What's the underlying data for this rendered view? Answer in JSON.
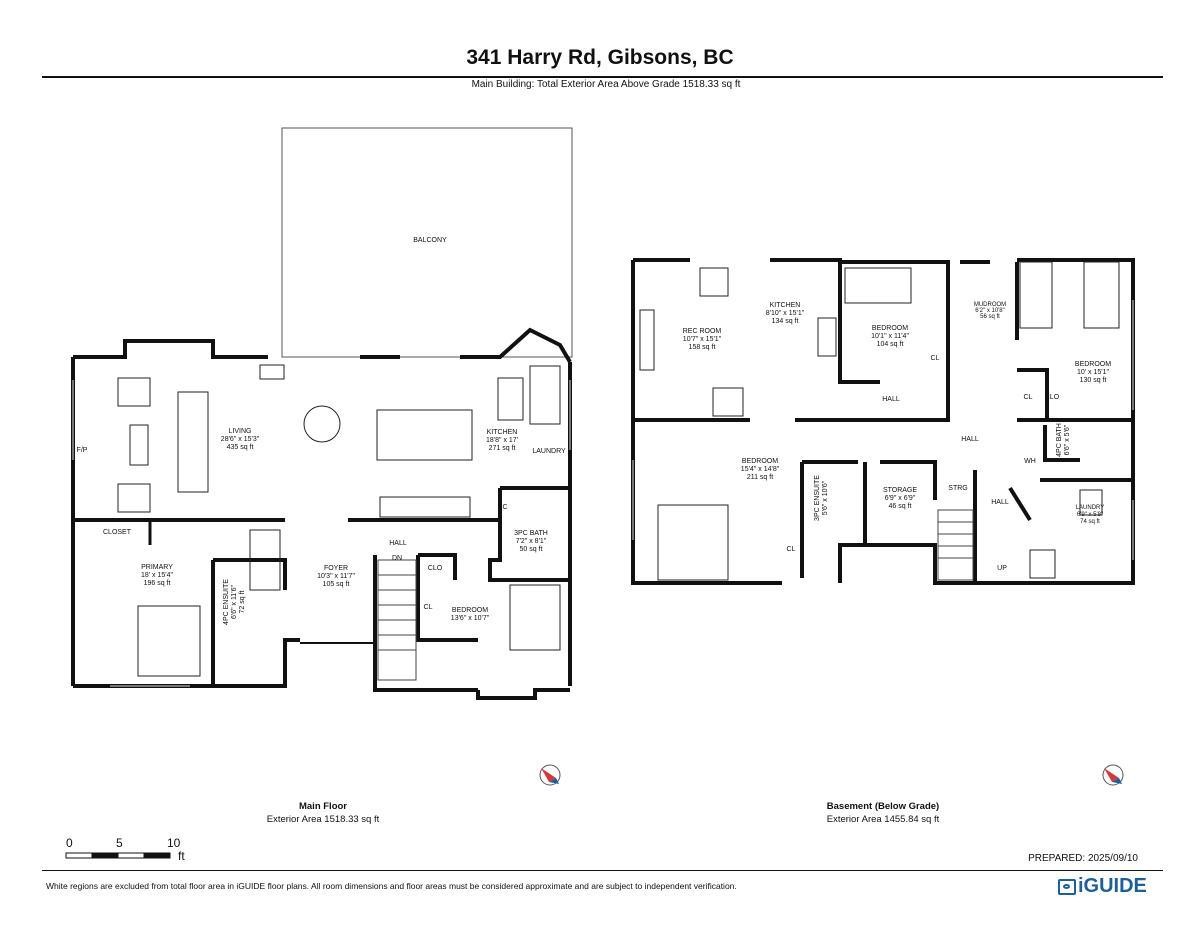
{
  "header": {
    "title": "341 Harry Rd, Gibsons, BC",
    "subtitle": "Main Building: Total Exterior Area Above Grade 1518.33 sq ft"
  },
  "main_floor": {
    "name": "Main Floor",
    "area": "Exterior Area 1518.33 sq ft",
    "rooms": {
      "balcony": {
        "name": "BALCONY"
      },
      "living": {
        "name": "LIVING",
        "dims": "28'6\" x 15'3\"",
        "area": "435 sq ft"
      },
      "kitchen": {
        "name": "KITCHEN",
        "dims": "18'8\" x 17'",
        "area": "271 sq ft"
      },
      "laundry": {
        "name": "LAUNDRY"
      },
      "fp": {
        "name": "F/P"
      },
      "closet": {
        "name": "CLOSET"
      },
      "primary": {
        "name": "PRIMARY",
        "dims": "18' x 15'4\"",
        "area": "196 sq ft"
      },
      "ensuite": {
        "name": "4PC ENSUITE",
        "dims": "6'6\" x 11'6\"",
        "area": "72 sq ft"
      },
      "foyer": {
        "name": "FOYER",
        "dims": "10'3\" x 11'7\"",
        "area": "105 sq ft"
      },
      "hall": {
        "name": "HALL"
      },
      "dn": {
        "name": "DN"
      },
      "clo": {
        "name": "CLO"
      },
      "cl": {
        "name": "CL"
      },
      "c": {
        "name": "C"
      },
      "bath": {
        "name": "3PC BATH",
        "dims": "7'2\" x 8'1\"",
        "area": "50 sq ft"
      },
      "bedroom": {
        "name": "BEDROOM",
        "dims": "13'6\" x 10'7\""
      }
    }
  },
  "basement": {
    "name": "Basement (Below Grade)",
    "area": "Exterior Area 1455.84 sq ft",
    "rooms": {
      "rec": {
        "name": "REC ROOM",
        "dims": "10'7\" x 15'1\"",
        "area": "158 sq ft"
      },
      "kitchen": {
        "name": "KITCHEN",
        "dims": "8'10\" x 15'1\"",
        "area": "134 sq ft"
      },
      "bedroom1": {
        "name": "BEDROOM",
        "dims": "10'1\" x 11'4\"",
        "area": "104 sq ft"
      },
      "mudroom": {
        "name": "MUDROOM",
        "dims": "6'2\" x 10'8\"",
        "area": "56 sq ft"
      },
      "bedroom2": {
        "name": "BEDROOM",
        "dims": "10' x 15'1\"",
        "area": "130 sq ft"
      },
      "hall1": {
        "name": "HALL"
      },
      "hall2": {
        "name": "HALL"
      },
      "hall3": {
        "name": "HALL"
      },
      "cl1": {
        "name": "CL"
      },
      "cl2": {
        "name": "CL"
      },
      "cl3": {
        "name": "CL"
      },
      "clo": {
        "name": "CLO"
      },
      "bedroom3": {
        "name": "BEDROOM",
        "dims": "15'4\" x 14'8\"",
        "area": "211 sq ft"
      },
      "ensuite": {
        "name": "3PC ENSUITE",
        "dims": "5'6\" x 10'6\""
      },
      "storage": {
        "name": "STORAGE",
        "dims": "6'9\" x 6'9\"",
        "area": "46 sq ft"
      },
      "strg": {
        "name": "STRG"
      },
      "bath": {
        "name": "4PC BATH",
        "dims": "6'6\" x 5'6\""
      },
      "wh": {
        "name": "WH"
      },
      "laundry": {
        "name": "LAUNDRY",
        "dims": "6'9\" x 5'8\"",
        "area": "74 sq ft"
      },
      "up": {
        "name": "UP"
      }
    }
  },
  "scale": {
    "ticks": [
      "0",
      "5",
      "10"
    ],
    "unit": "ft"
  },
  "footer": {
    "prepared": "PREPARED: 2025/09/10",
    "disclaimer": "White regions are excluded from total floor area in iGUIDE floor plans. All room dimensions and floor areas must be considered approximate and are subject to independent verification.",
    "logo": "iGUIDE"
  },
  "colors": {
    "wall": "#111111",
    "compass": "#d23a3a",
    "logo": "#1f5f99"
  }
}
